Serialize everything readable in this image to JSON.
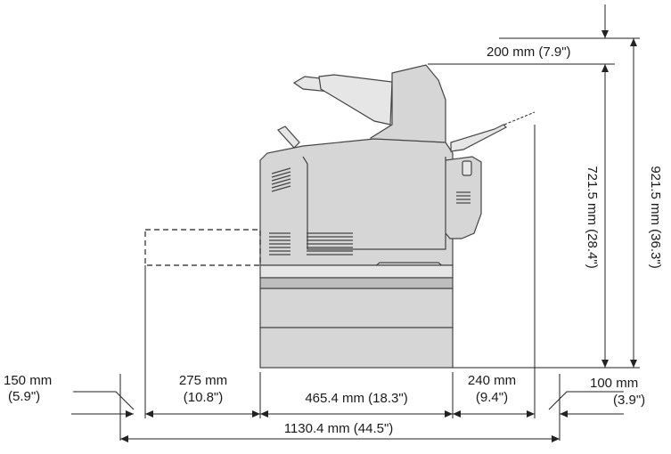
{
  "dimensions": {
    "top_clearance": "200 mm (7.9\")",
    "printer_height": "721.5 mm (28.4\")",
    "total_height": "921.5 mm (36.3\")",
    "left_clearance_mm": "150 mm",
    "left_clearance_in": "(5.9\")",
    "left_tray_mm": "275 mm",
    "left_tray_in": "(10.8\")",
    "printer_width": "465.4 mm (18.3\")",
    "right_tray_mm": "240 mm",
    "right_tray_in": "(9.4\")",
    "right_clearance_mm": "100 mm",
    "right_clearance_in": "(3.9\")",
    "total_width": "1130.4 mm (44.5\")"
  },
  "colors": {
    "line": "#222222",
    "printer_body": "#d6d6d6"
  }
}
